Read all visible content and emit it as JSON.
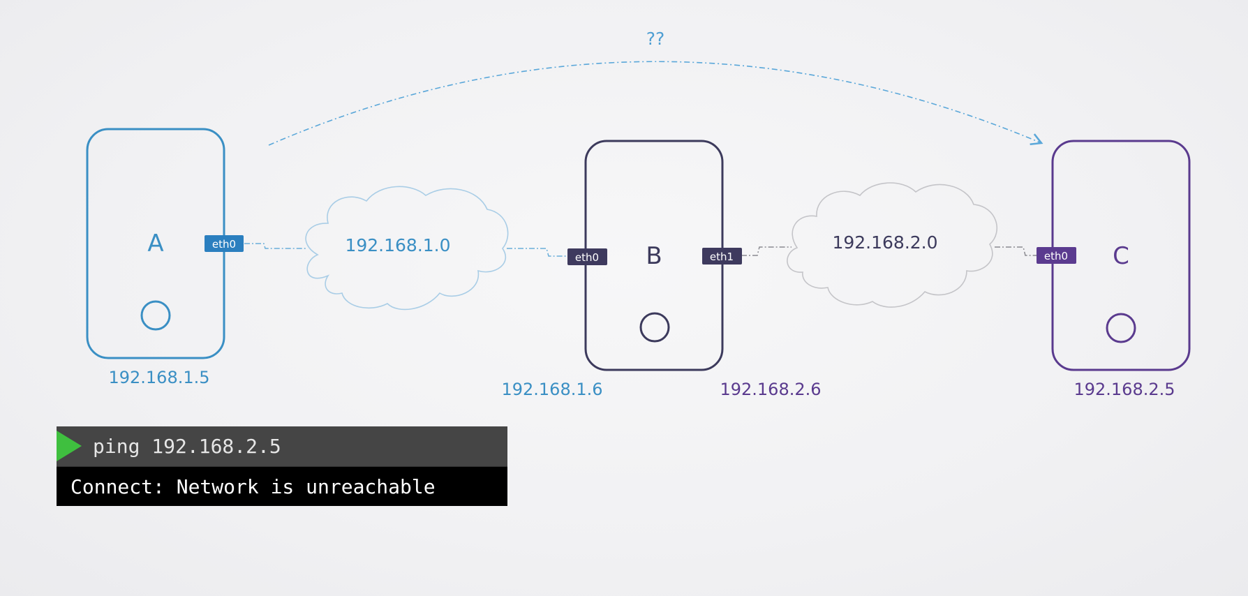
{
  "colors": {
    "host_a": "#3a8fc4",
    "host_b": "#3c3a5c",
    "host_c": "#5a3a8e",
    "cloud_1": "#a9cde6",
    "cloud_2": "#c4c4c8",
    "iface_a": "#2b7fbf",
    "iface_b": "#3e3a5e",
    "iface_c": "#5b3b8f",
    "route_arrow": "#5aa7d9"
  },
  "hosts": {
    "a": {
      "letter": "A",
      "ip": "192.168.1.5"
    },
    "b": {
      "letter": "B",
      "ip_left": "192.168.1.6",
      "ip_right": "192.168.2.6"
    },
    "c": {
      "letter": "C",
      "ip": "192.168.2.5"
    }
  },
  "interfaces": {
    "a_eth0": "eth0",
    "b_eth0": "eth0",
    "b_eth1": "eth1",
    "c_eth0": "eth0"
  },
  "networks": {
    "net1": "192.168.1.0",
    "net2": "192.168.2.0"
  },
  "route": {
    "label": "??"
  },
  "terminal": {
    "command": "ping 192.168.2.5",
    "output": "Connect: Network is unreachable"
  }
}
